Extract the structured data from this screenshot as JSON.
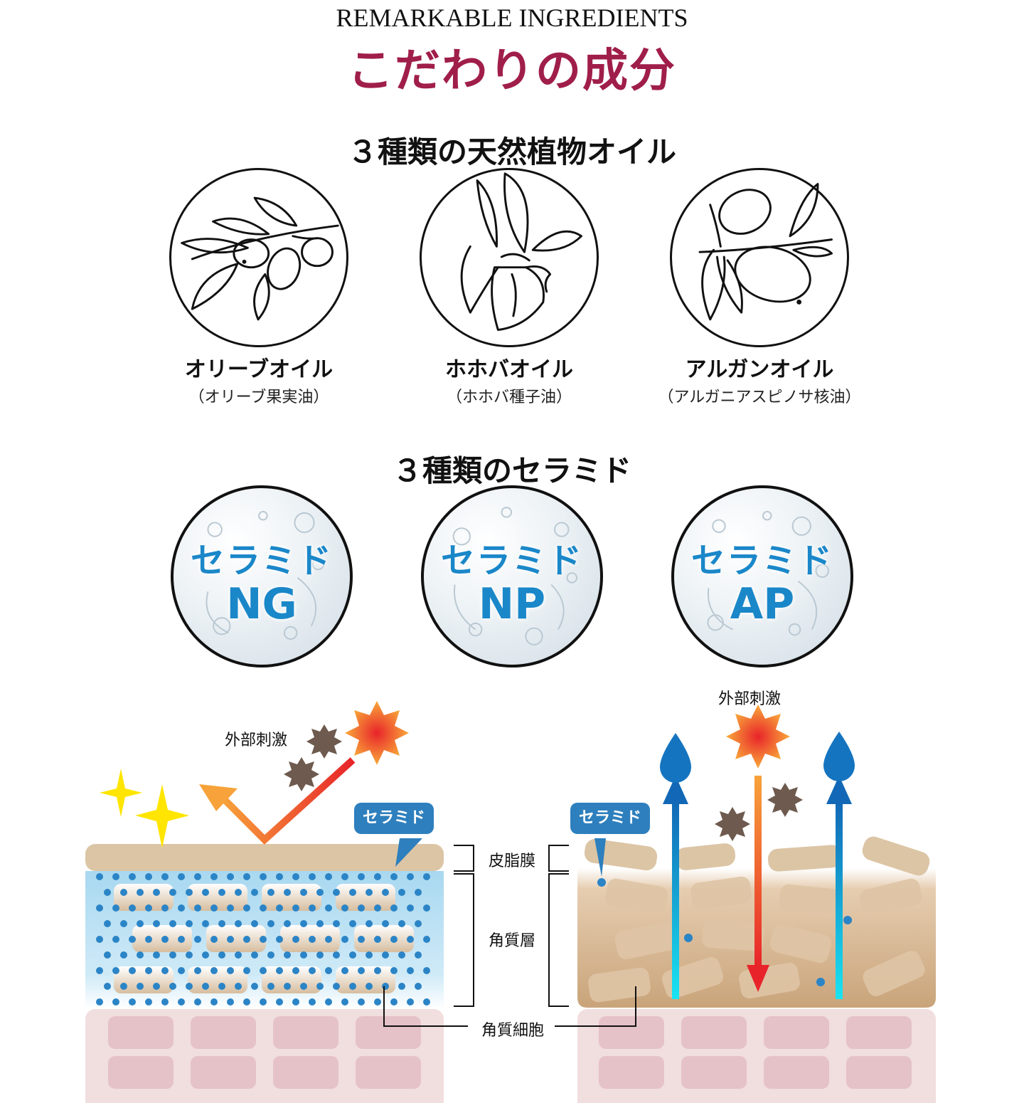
{
  "header": {
    "eyebrow": "REMARKABLE INGREDIENTS",
    "title": "こだわりの成分"
  },
  "oils": {
    "title": "３種類の天然植物オイル",
    "items": [
      {
        "name": "オリーブオイル",
        "sub": "（オリーブ果実油）",
        "icon": "olive-branch-icon"
      },
      {
        "name": "ホホバオイル",
        "sub": "（ホホバ種子油）",
        "icon": "jojoba-icon"
      },
      {
        "name": "アルガンオイル",
        "sub": "（アルガニアスピノサ核油）",
        "icon": "argan-icon"
      }
    ]
  },
  "ceramides": {
    "title": "３種類のセラミド",
    "items": [
      {
        "line1": "セラミド",
        "line2": "NG"
      },
      {
        "line1": "セラミド",
        "line2": "NP"
      },
      {
        "line1": "セラミド",
        "line2": "AP"
      }
    ]
  },
  "diagram": {
    "left_stimulus": "外部刺激",
    "right_stimulus": "外部刺激",
    "left_tag": "セラミド",
    "right_tag": "セラミド",
    "sebum_label": "皮脂膜",
    "stratum_label": "角質層",
    "cell_label": "角質細胞",
    "colors": {
      "sebum": "#dcc5a5",
      "moist_top": "#a8d8f0",
      "dry_layer": "#c9a47a",
      "lower_skin": "#f1dede",
      "lower_cell": "#e5c2c8",
      "dot": "#2b84c6",
      "water": "#1574c0",
      "arrow_red": "#e8242a"
    }
  }
}
